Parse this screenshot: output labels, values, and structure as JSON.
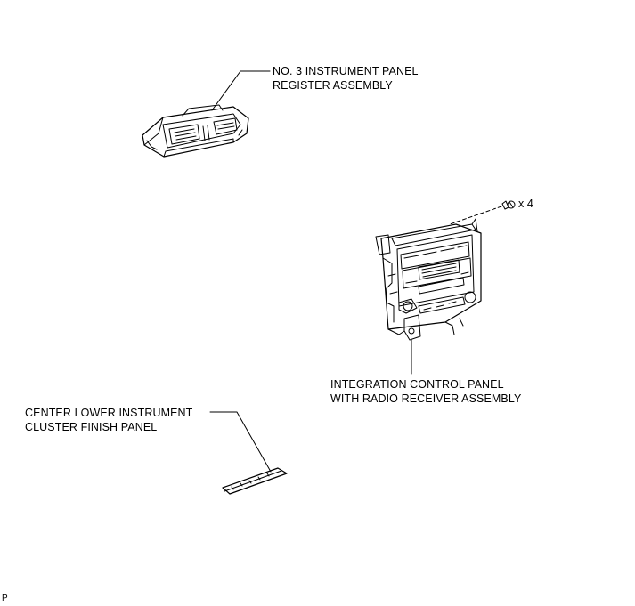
{
  "components": {
    "register": {
      "line1": "NO. 3 INSTRUMENT PANEL",
      "line2": "REGISTER ASSEMBLY"
    },
    "integration": {
      "line1": "INTEGRATION CONTROL PANEL",
      "line2": "WITH RADIO RECEIVER ASSEMBLY"
    },
    "finish_panel": {
      "line1": "CENTER LOWER INSTRUMENT",
      "line2": "CLUSTER FINISH PANEL"
    },
    "screw": {
      "quantity": "x 4"
    }
  },
  "footer": {
    "code": "P"
  }
}
